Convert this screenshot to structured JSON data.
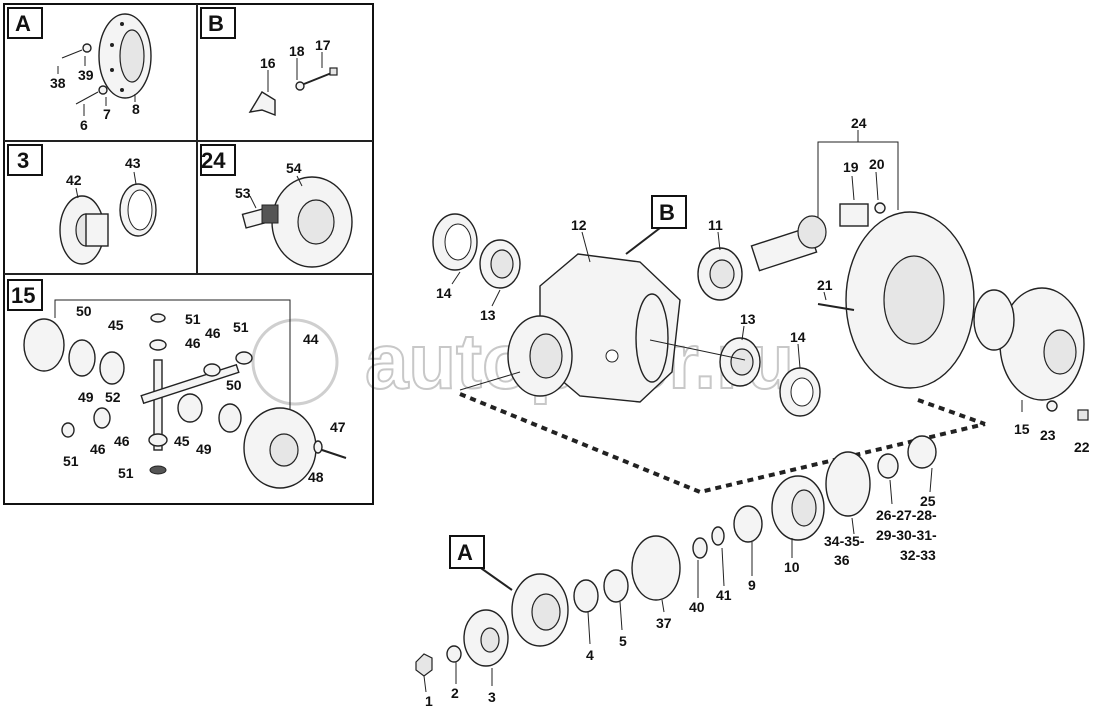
{
  "watermark": "autopiter.ru",
  "panels": {
    "A": "A",
    "B": "B",
    "p3": "3",
    "p24": "24",
    "p15": "15"
  },
  "callouts": {
    "B": "B",
    "A": "A"
  },
  "labels": {
    "pA_38": "38",
    "pA_39": "39",
    "pA_6": "6",
    "pA_7": "7",
    "pA_8": "8",
    "pB_16": "16",
    "pB_18": "18",
    "pB_17": "17",
    "p3_42": "42",
    "p3_43": "43",
    "p24_53": "53",
    "p24_54": "54",
    "p15_50a": "50",
    "p15_45a": "45",
    "p15_51a": "51",
    "p15_46a": "46",
    "p15_46b": "46",
    "p15_51b": "51",
    "p15_44": "44",
    "p15_49a": "49",
    "p15_52": "52",
    "p15_50b": "50",
    "p15_51c": "51",
    "p15_46c": "46",
    "p15_46d": "46",
    "p15_45b": "45",
    "p15_49b": "49",
    "p15_47": "47",
    "p15_51d": "51",
    "p15_48": "48",
    "m_24": "24",
    "m_19": "19",
    "m_20": "20",
    "m_12": "12",
    "m_11": "11",
    "m_21": "21",
    "m_14a": "14",
    "m_13a": "13",
    "m_13b": "13",
    "m_14b": "14",
    "m_15": "15",
    "m_23": "23",
    "m_22": "22",
    "m_25": "25",
    "m_26": "26-27-28-",
    "m_29": "29-30-31-",
    "m_32": "32-33",
    "m_34": "34-35-",
    "m_36": "36",
    "m_10": "10",
    "m_9": "9",
    "m_41": "41",
    "m_40": "40",
    "m_37": "37",
    "m_5": "5",
    "m_4": "4",
    "m_3": "3",
    "m_2": "2",
    "m_1": "1"
  }
}
